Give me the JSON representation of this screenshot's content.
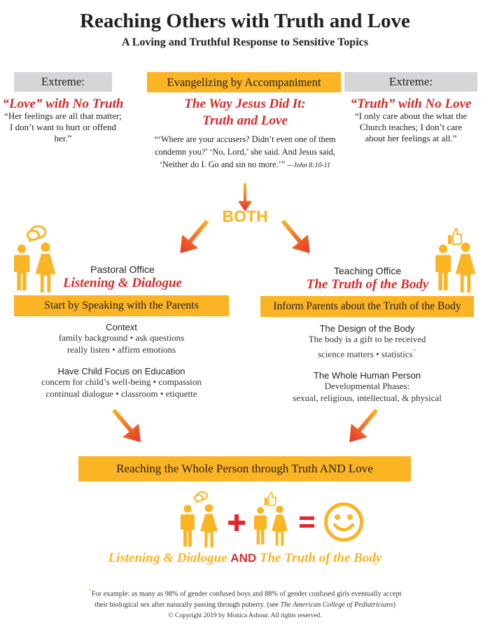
{
  "title": "Reaching Others with Truth and Love",
  "subtitle": "A Loving and Truthful Response to Sensitive Topics",
  "left_extreme": {
    "label": "Extreme:",
    "heading": "“Love” with No Truth",
    "quote": [
      "“Her feelings are all that matter;",
      "I don’t want to hurt or offend her.”"
    ]
  },
  "center": {
    "label": "Evangelizing by Accompaniment",
    "heading1": "The Way Jesus Did It:",
    "heading2": "Truth and Love",
    "quote": [
      "“‘Where are your accusers? Didn’t even one of them",
      "condemn you?’ ‘No, Lord,’ she said. And Jesus said,",
      "‘Neither do I. Go and sin no more.’”"
    ],
    "citation": "—John 8:10-11"
  },
  "right_extreme": {
    "label": "Extreme:",
    "heading": "“Truth” with No Love",
    "quote": [
      "“I only care about the what the",
      "Church teaches; I don’t care",
      "about her feelings at all.”"
    ]
  },
  "both": "BOTH",
  "pastoral": {
    "office": "Pastoral Office",
    "title": "Listening & Dialogue",
    "bar": "Start by Speaking with the Parents",
    "sections": [
      {
        "heading": "Context",
        "lines": [
          "family background • ask questions",
          "really listen • affirm emotions"
        ]
      },
      {
        "heading": "Have Child Focus on Education",
        "lines": [
          "concern for child’s well-being • compassion",
          "continual dialogue • classroom • etiquette"
        ]
      }
    ]
  },
  "teaching": {
    "office": "Teaching Office",
    "title": "The Truth of the Body",
    "bar": "Inform Parents about the Truth of the Body",
    "sections": [
      {
        "heading": "The Design of the Body",
        "lines": [
          "The body is a gift to be received",
          "science matters • statistics"
        ]
      },
      {
        "heading": "The Whole Human Person",
        "lines": [
          "Developmental Phases:",
          "sexual, religious, intellectual, & physical"
        ]
      }
    ]
  },
  "asterisk": "*",
  "result_bar": "Reaching the Whole Person through Truth AND Love",
  "tagline": {
    "left": "Listening & Dialogue",
    "and": "AND",
    "right": "The Truth of the Body"
  },
  "footnote": {
    "line1": "For example: as many as 98% of gender confused boys and 88% of gender confused girls eventually accept",
    "line2_pre": "their biological sex after naturally passing through puberty. (see ",
    "line2_cite": "The American College of Pediatricians",
    "line2_post": ")"
  },
  "copyright": "© Copyright 2019 by Monica Ashour. All rights reserved.",
  "colors": {
    "yellow": "#fbb424",
    "red": "#d62a2a",
    "gray": "#d5d6d8",
    "orange": "#f47a20"
  }
}
